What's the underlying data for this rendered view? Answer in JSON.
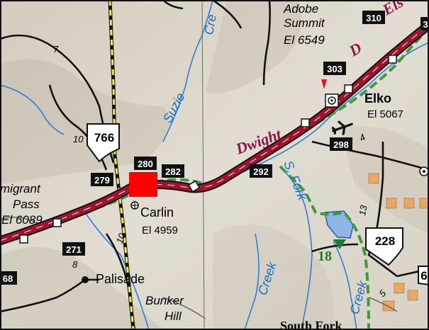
{
  "map": {
    "colors": {
      "terrain": "#d9d3c6",
      "interstate": "#a1122e",
      "trail": "#3f9a3a",
      "river": "#2d7fd6",
      "road": "#111111",
      "exit_box": "#111111",
      "town_marker": "#ff0000",
      "urban": "#e8a866",
      "lake": "#8fb5e6"
    },
    "towns": {
      "elko": "Elko",
      "elko_elev": "El 5067",
      "carlin": "Carlin",
      "carlin_elev": "El 4959",
      "palisade": "Palisade",
      "south_fork": "South Fork"
    },
    "features": {
      "adobe_1": "Adobe",
      "adobe_2": "Summit",
      "adobe_elev": "El 6549",
      "emigrant_1": "migrant",
      "emigrant_2": "Pass",
      "emigrant_elev": "El 6089",
      "bunker_1": "Bunker",
      "bunker_2": "Hill"
    },
    "water_labels": {
      "suzie": "Suzie",
      "cre_top": "Cre",
      "s_fork": "S. Fork",
      "creek_lower": "Creek",
      "creek_right": "Creek",
      "dwight": "Dwight",
      "d_top": "D",
      "els": "Els"
    },
    "exits": [
      "310",
      "303",
      "298",
      "292",
      "282",
      "280",
      "279",
      "271",
      "68",
      "3"
    ],
    "state_routes": [
      "766",
      "228",
      "6"
    ],
    "trail_markers": [
      "18"
    ],
    "small_numbers": [
      "7",
      "10",
      "10",
      "8",
      "13",
      "5",
      "4"
    ],
    "icons": [
      "airport-icon",
      "exit-triangle-icon",
      "campground-triangle-icon",
      "target-icon"
    ]
  }
}
